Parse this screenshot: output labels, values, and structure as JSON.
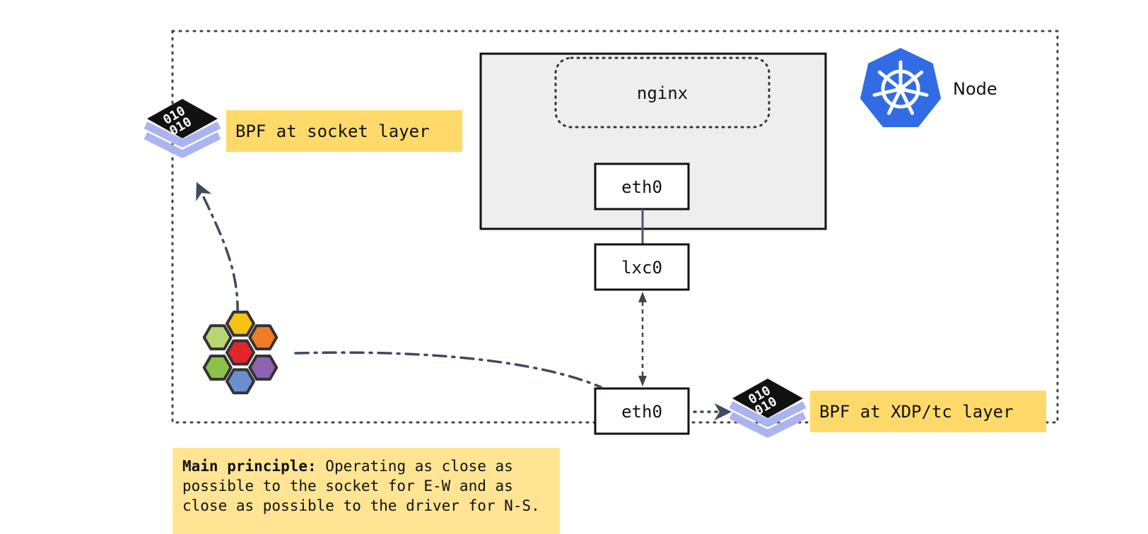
{
  "node": {
    "label": "Node",
    "icon": "kubernetes-helm-icon",
    "color": "#326ce5"
  },
  "pod": {
    "app_label": "nginx",
    "iface_label": "eth0"
  },
  "host": {
    "lxc_label": "lxc0",
    "eth_label": "eth0"
  },
  "bpf_socket": {
    "label": "BPF at socket layer",
    "icon": "bpf-binary-stack-icon"
  },
  "bpf_xdp": {
    "label": "BPF at XDP/tc layer",
    "icon": "bpf-binary-stack-icon"
  },
  "cilium": {
    "icon": "cilium-hexagon-logo"
  },
  "principle": {
    "title": "Main principle:",
    "lines": [
      " Operating as close as",
      "possible to the socket for E-W and as",
      "close as possible to the driver for N-S."
    ]
  },
  "colors": {
    "callout": "#ffda6a",
    "principle_bg": "#ffe494",
    "arrow": "#3d4a60",
    "pod_bg": "#eeeeee",
    "hex": [
      "#f4c310",
      "#b7d572",
      "#f07d26",
      "#e2252b",
      "#8bc34a",
      "#8d63b1",
      "#6a8fd0"
    ]
  }
}
